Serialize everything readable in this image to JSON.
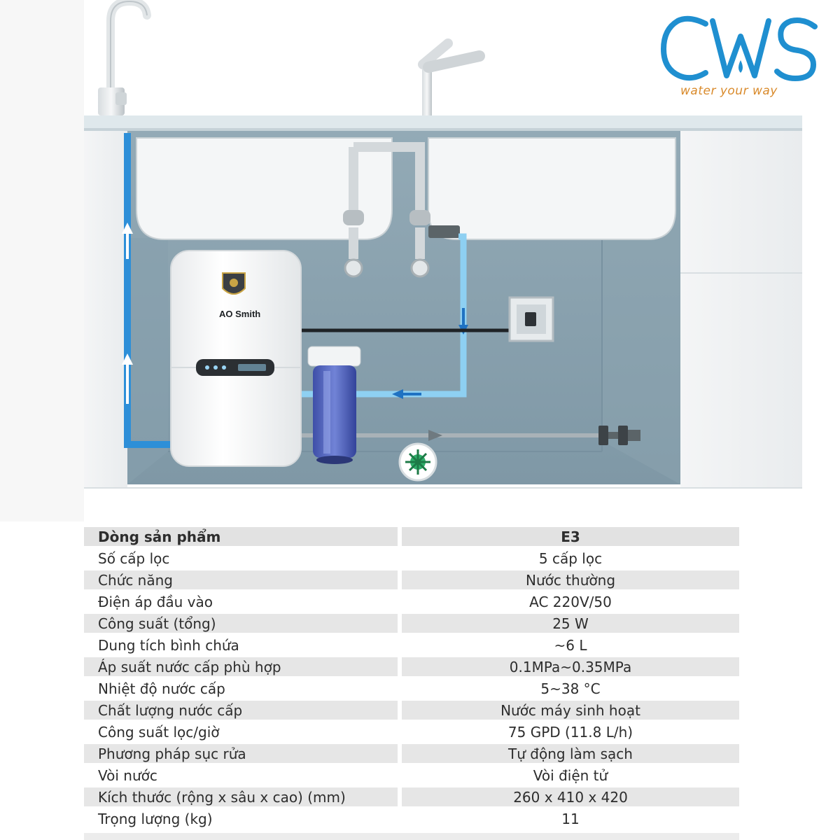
{
  "brand": {
    "logo_text": "CWS",
    "tagline": "water your way",
    "colors": {
      "logo_blue": "#1f8fd0",
      "tagline_orange": "#d98a2b"
    }
  },
  "diagram": {
    "product_label": "AO Smith",
    "icons": [
      "faucet-icon",
      "sink-faucet-icon",
      "power-outlet-icon",
      "pre-filter-icon",
      "drain-valve-icon",
      "flush-indicator-icon"
    ],
    "colors": {
      "cabinet": "#8aa3b0",
      "water_pipe": "#2d8fd8",
      "feed_pipe": "#8ed0f2"
    }
  },
  "specs": {
    "rows": [
      {
        "label": "Dòng sản phẩm",
        "value": "E3"
      },
      {
        "label": "Số cấp lọc",
        "value": "5 cấp lọc"
      },
      {
        "label": "Chức năng",
        "value": "Nước thường"
      },
      {
        "label": "Điện áp đầu vào",
        "value": "AC 220V/50"
      },
      {
        "label": "Công suất (tổng)",
        "value": "25 W"
      },
      {
        "label": "Dung tích bình chứa",
        "value": "~6 L"
      },
      {
        "label": "Áp suất nước cấp phù hợp",
        "value": "0.1MPa~0.35MPa"
      },
      {
        "label": "Nhiệt độ nước cấp",
        "value": "5~38 °C"
      },
      {
        "label": "Chất lượng nước cấp",
        "value": "Nước máy sinh hoạt"
      },
      {
        "label": "Công suất lọc/giờ",
        "value": "75 GPD (11.8 L/h)"
      },
      {
        "label": "Phương pháp sục rửa",
        "value": "Tự động làm sạch"
      },
      {
        "label": "Vòi nước",
        "value": "Vòi điện tử"
      },
      {
        "label": "Kích thước (rộng x sâu x cao) (mm)",
        "value": "260 x 410 x 420"
      },
      {
        "label": "Trọng lượng (kg)",
        "value": "11"
      }
    ]
  }
}
